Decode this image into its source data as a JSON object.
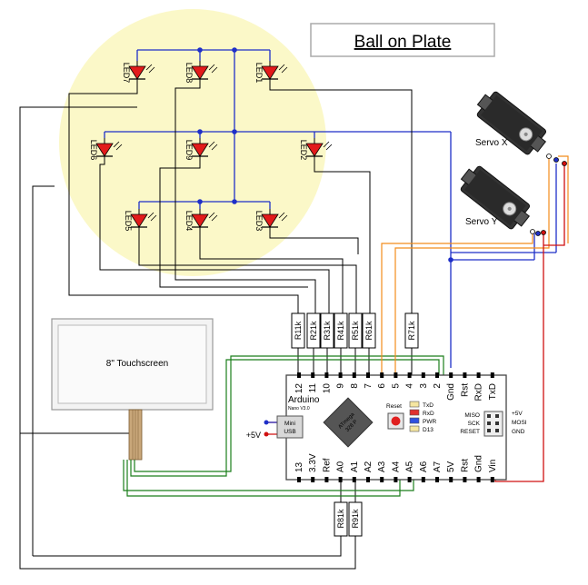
{
  "title": "Ball on Plate",
  "touchscreen_label": "8\" Touchscreen",
  "servo_x_label": "Servo X",
  "servo_y_label": "Servo Y",
  "supply_label": "+5V",
  "leds": [
    "LED7",
    "LED8",
    "LED1",
    "LED6",
    "LED9",
    "LED2",
    "LED5",
    "LED4",
    "LED3"
  ],
  "resistors_top": [
    "R11k",
    "R21k",
    "R31k",
    "R41k",
    "R51k",
    "R61k",
    "R71k"
  ],
  "resistors_bottom": [
    "R81k",
    "R91k"
  ],
  "arduino": {
    "name": "Arduino",
    "version": "Nano V3.0",
    "chip_line1": "ATmega",
    "chip_line2": "328 P",
    "usb_line1": "Mini",
    "usb_line2": "USB",
    "reset_label": "Reset",
    "indicators": [
      {
        "label": "TxD",
        "color": "#f5e6a0"
      },
      {
        "label": "RxD",
        "color": "#e03030"
      },
      {
        "label": "PWR",
        "color": "#3050e0"
      },
      {
        "label": "D13",
        "color": "#f5e6a0"
      }
    ],
    "icsp_left": [
      "MISO",
      "SCK",
      "RESET"
    ],
    "icsp_right": [
      "+5V",
      "MOSI",
      "GND"
    ],
    "top_pins": [
      "12",
      "11",
      "10",
      "9",
      "8",
      "7",
      "6",
      "5",
      "4",
      "3",
      "2",
      "Gnd",
      "Rst",
      "RxD",
      "TxD"
    ],
    "bottom_pins": [
      "13",
      "3.3V",
      "Ref",
      "A0",
      "A1",
      "A2",
      "A3",
      "A4",
      "A5",
      "A6",
      "A7",
      "5V",
      "Rst",
      "Gnd",
      "Vin"
    ]
  },
  "colors": {
    "plate": "#fbf8c8",
    "led_red": "#e21b1b",
    "wire_black": "#000000",
    "wire_blue": "#1e2fc8",
    "wire_green": "#1b7e1b",
    "wire_orange": "#f28c1c",
    "wire_red": "#d01010"
  }
}
